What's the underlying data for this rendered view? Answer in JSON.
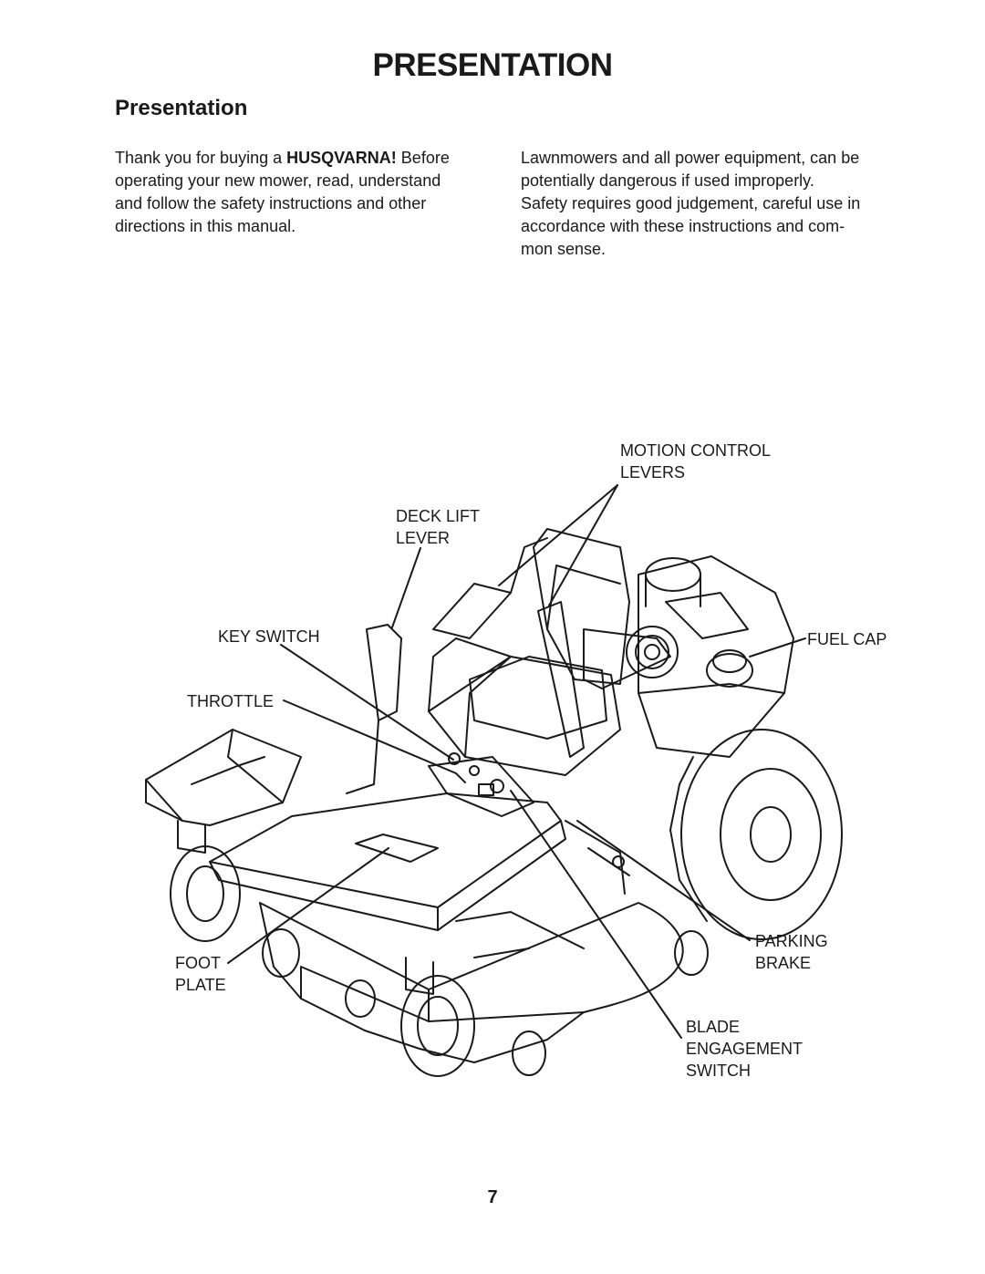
{
  "page": {
    "title": "PRESENTATION",
    "section_heading": "Presentation",
    "page_number": "7"
  },
  "intro": {
    "left_lines": [
      "Thank you for buying a ",
      "HUSQVARNA!",
      " Before",
      "operating your new mower, read, understand",
      "and follow the safety instructions and other",
      "directions in this manual."
    ],
    "right_lines": [
      "Lawnmowers and all power equipment, can be",
      "potentially dangerous if used improperly.",
      "Safety requires good judgement, careful use in",
      "accordance with these instructions and com-",
      "mon sense."
    ]
  },
  "callouts": {
    "motion_control": [
      "MOTION CONTROL",
      "LEVERS"
    ],
    "deck_lift": [
      "DECK LIFT",
      "LEVER"
    ],
    "key_switch": [
      "KEY SWITCH"
    ],
    "fuel_cap": [
      "FUEL CAP"
    ],
    "throttle": [
      "THROTTLE"
    ],
    "parking_brake": [
      "PARKING",
      "BRAKE"
    ],
    "foot_plate": [
      "FOOT",
      "PLATE"
    ],
    "blade_engagement": [
      "BLADE",
      "ENGAGEMENT",
      "SWITCH"
    ]
  }
}
